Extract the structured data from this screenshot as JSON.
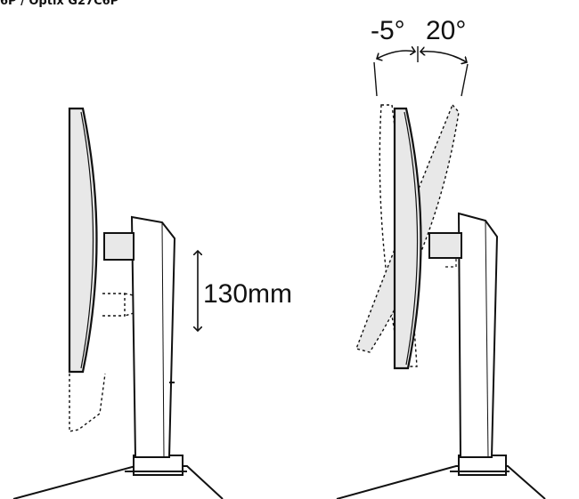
{
  "header": {
    "text": "6P / Optix G27C6P"
  },
  "height_adjustment": {
    "label": "130mm"
  },
  "tilt": {
    "forward_label": "-5°",
    "backward_label": "20°"
  },
  "colors": {
    "line": "#111111",
    "panel_fill": "#e8e8e8",
    "background": "#ffffff"
  }
}
